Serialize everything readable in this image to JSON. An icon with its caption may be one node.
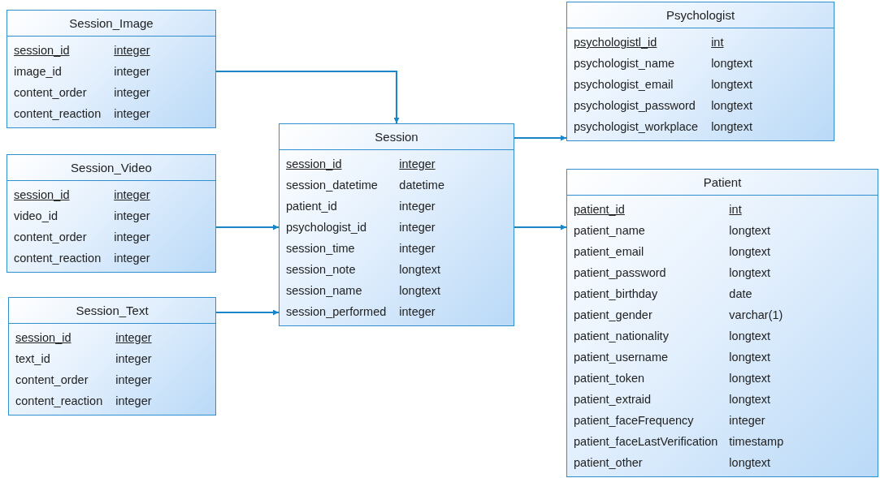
{
  "diagram": {
    "nodes": [
      {
        "text": [
          "Session_Image",
          "session_id",
          "integer",
          "image_id",
          "integer",
          "content_order",
          "integer",
          "content_reaction",
          "integer"
        ]
      },
      {
        "text": [
          "Session_Video",
          "session_id",
          "integer",
          "video_id",
          "integer",
          "content_order",
          "integer",
          "content_reaction",
          "integer"
        ]
      },
      {
        "text": [
          "Session_Text",
          "session_id",
          "integer",
          "text_id",
          "integer",
          "content_order",
          "integer",
          "content_reaction",
          "integer"
        ]
      },
      {
        "text": [
          "Session",
          "session_id",
          "integer",
          "session_datetime",
          "datetime",
          "patient_id",
          "integer",
          "psychologist_id",
          "integer",
          "session_time",
          "integer",
          "session_note",
          "longtext",
          "session_name",
          "longtext",
          "session_performed",
          "integer"
        ]
      },
      {
        "text": [
          "Psychologist",
          "psychologistl_id",
          "int",
          "psychologist_name",
          "longtext",
          "psychologist_email",
          "longtext",
          "psychologist_password",
          "longtext",
          "psychologist_workplace",
          "longtext"
        ]
      },
      {
        "text": [
          "Patient",
          "patient_id",
          "int",
          "patient_name",
          "longtext",
          "patient_email",
          "longtext",
          "patient_password",
          "longtext",
          "patient_birthday",
          "date",
          "patient_gender",
          "varchar(1)",
          "patient_nationality",
          "longtext",
          "patient_username",
          "longtext",
          "patient_token",
          "longtext",
          "patient_extraid",
          "longtext",
          "patient_faceFrequency",
          "integer",
          "patient_faceLastVerification",
          "timestamp",
          "patient_other",
          "longtext"
        ]
      }
    ],
    "edges": [
      {
        "from": 0,
        "to": 3,
        "arrow": "to"
      },
      {
        "from": 1,
        "to": 3,
        "arrow": "to"
      },
      {
        "from": 2,
        "to": 3,
        "arrow": "to"
      },
      {
        "from": 3,
        "to": 4,
        "arrow": "to"
      },
      {
        "from": 3,
        "to": 5,
        "arrow": "to"
      }
    ]
  }
}
